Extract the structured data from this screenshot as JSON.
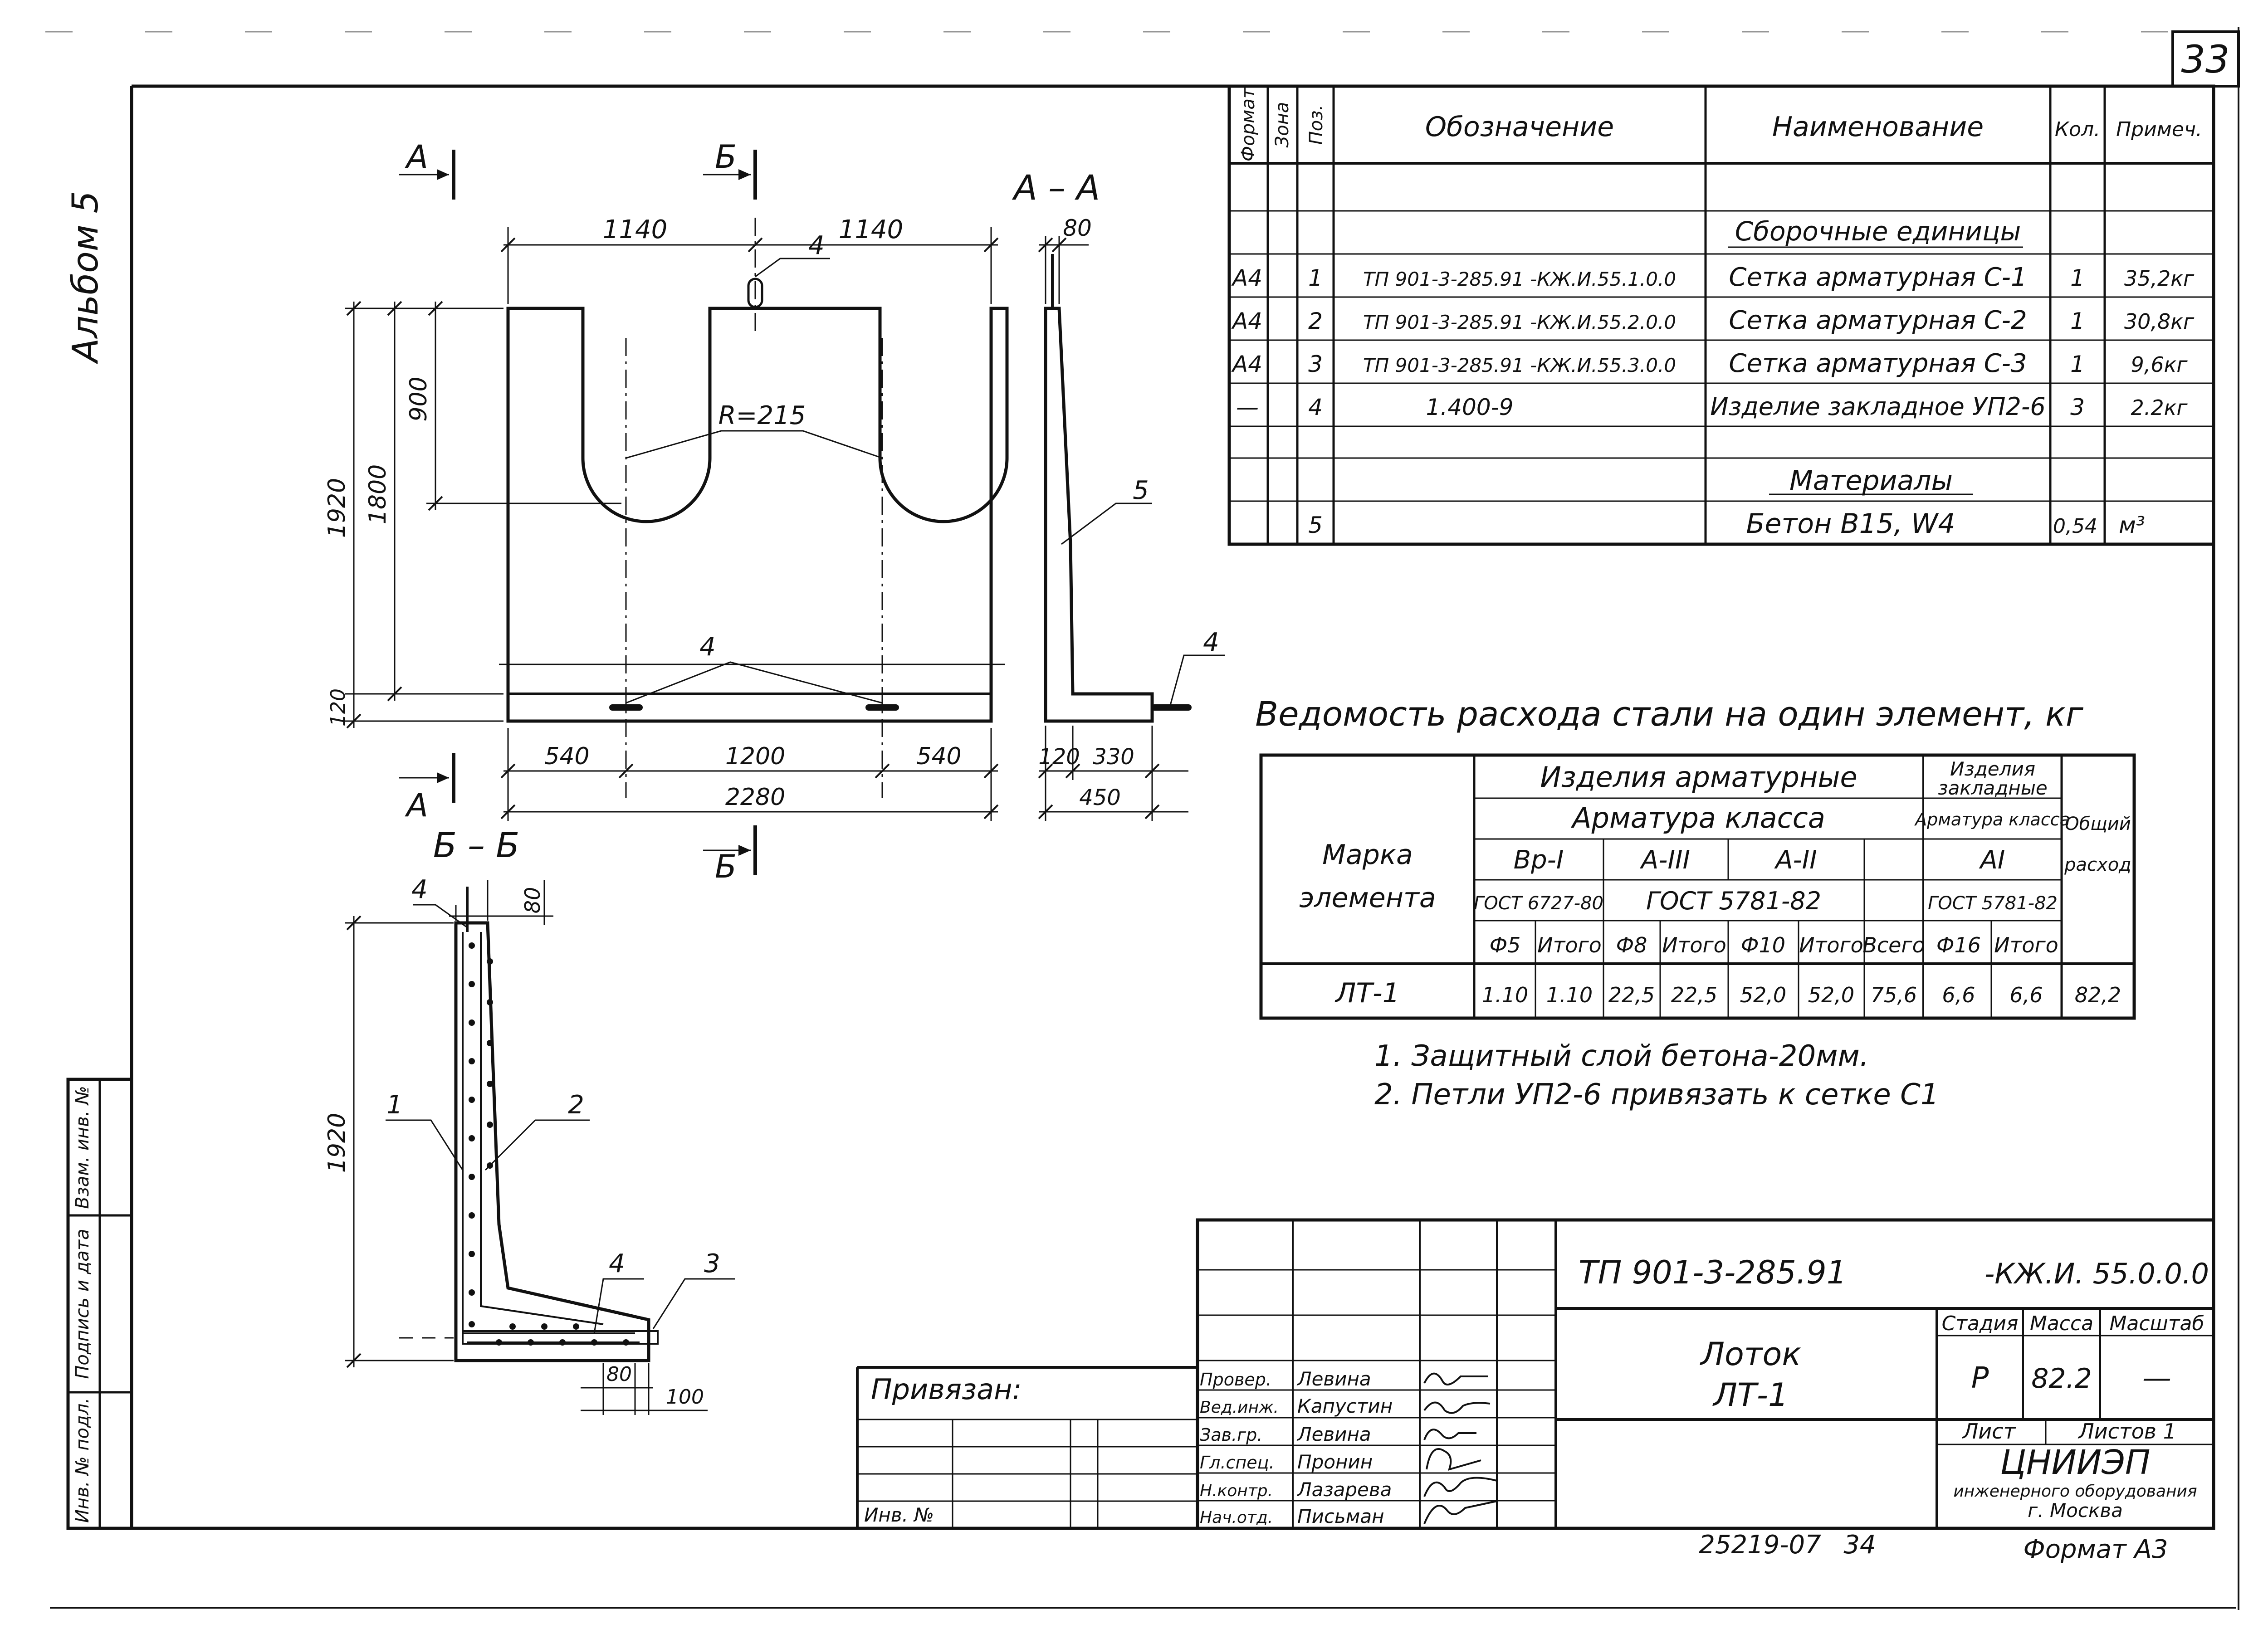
{
  "sheet": {
    "page_number": "33",
    "album_label": "Альбом 5",
    "format_label": "Формат A3",
    "bottom_code": "25219-07",
    "bottom_number": "34"
  },
  "side_stamp": {
    "inv_podl": "Инв. № подл.",
    "podpis_data": "Подпись и дата",
    "vzam_inv": "Взам. инв. №"
  },
  "drawing": {
    "front_view": {
      "section_a": "А",
      "section_b": "Б",
      "dim_1140_left": "1140",
      "dim_1140_right": "1140",
      "dim_900": "900",
      "dim_1800": "1800",
      "dim_1920": "1920",
      "dim_120": "120",
      "dim_540_left": "540",
      "dim_1200": "1200",
      "dim_540_right": "540",
      "dim_2280": "2280",
      "radius": "R=215",
      "pos_4_top": "4",
      "pos_4_bottom": "4"
    },
    "section_aa": {
      "title": "А – А",
      "dim_80": "80",
      "dim_120": "120",
      "dim_330": "330",
      "dim_450": "450",
      "pos_5": "5",
      "pos_4": "4"
    },
    "section_bb": {
      "title": "Б – Б",
      "dim_80_top": "80",
      "dim_1920": "1920",
      "dim_80_bottom": "80",
      "dim_100": "100",
      "pos_4_top": "4",
      "pos_1": "1",
      "pos_2": "2",
      "pos_4_mid": "4",
      "pos_3": "3"
    }
  },
  "spec_table": {
    "headers": [
      "Формат",
      "Зона",
      "Поз.",
      "Обозначение",
      "Наименование",
      "Кол.",
      "Примеч."
    ],
    "rows": [
      {
        "format": "",
        "zone": "",
        "pos": "",
        "designation": "",
        "name": "Сборочные единицы",
        "qty": "",
        "note": ""
      },
      {
        "format": "А4",
        "zone": "",
        "pos": "1",
        "designation": "ТП 901-3-285.91 -КЖ.И.55.1.0.0",
        "name": "Сетка арматурная С-1",
        "qty": "1",
        "note": "35,2кг"
      },
      {
        "format": "А4",
        "zone": "",
        "pos": "2",
        "designation": "ТП 901-3-285.91 -КЖ.И.55.2.0.0",
        "name": "Сетка арматурная С-2",
        "qty": "1",
        "note": "30,8кг"
      },
      {
        "format": "А4",
        "zone": "",
        "pos": "3",
        "designation": "ТП 901-3-285.91 -КЖ.И.55.3.0.0",
        "name": "Сетка арматурная С-3",
        "qty": "1",
        "note": "9,6кг"
      },
      {
        "format": "—",
        "zone": "",
        "pos": "4",
        "designation": "1.400-9",
        "name": "Изделие закладное УП2-6",
        "qty": "3",
        "note": "2.2кг"
      },
      {
        "format": "",
        "zone": "",
        "pos": "",
        "designation": "",
        "name": "",
        "qty": "",
        "note": ""
      },
      {
        "format": "",
        "zone": "",
        "pos": "",
        "designation": "",
        "name": "Материалы",
        "qty": "",
        "note": ""
      },
      {
        "format": "",
        "zone": "",
        "pos": "5",
        "designation": "",
        "name": "Бетон В15, W4",
        "qty": "0,54",
        "note": "м³"
      }
    ]
  },
  "steel_table": {
    "title": "Ведомость расхода стали на один элемент, кг",
    "h_mark": "Марка элемента",
    "h_armature_items": "Изделия арматурные",
    "h_armature_class": "Арматура класса",
    "h_embedded": "Изделия закладные",
    "h_embedded_class": "Арматура класса",
    "h_total": "Общий расход",
    "c_vr1": "Вр-I",
    "c_a3": "А-III",
    "c_a2": "А-II",
    "c_a1": "АI",
    "gost_1": "ГОСТ 6727-80",
    "gost_2": "ГОСТ 5781-82",
    "gost_3": "ГОСТ 5781-82",
    "sub_headers": [
      "Ф5",
      "Итого",
      "Ф8",
      "Итого",
      "Ф10",
      "Итого",
      "Всего",
      "Ф16",
      "Итого"
    ],
    "row": {
      "mark": "ЛТ-1",
      "values": [
        "1.10",
        "1.10",
        "22,5",
        "22,5",
        "52,0",
        "52,0",
        "75,6",
        "6,6",
        "6,6"
      ],
      "total": "82,2"
    }
  },
  "notes": [
    "1. Защитный слой бетона-20мм.",
    "2. Петли УП2-6 привязать к сетке С1"
  ],
  "title_block": {
    "project_code": "ТП 901-3-285.91",
    "doc_code": "-КЖ.И. 55.0.0.0",
    "privyazan": "Привязан:",
    "inv_no": "Инв. №",
    "element_name": "Лоток",
    "element_mark": "ЛТ-1",
    "stage_label": "Стадия",
    "mass_label": "Масса",
    "scale_label": "Масштаб",
    "stage": "Р",
    "mass": "82.2",
    "scale": "—",
    "sheet_label": "Лист",
    "sheets_label": "Листов 1",
    "org_name": "ЦНИИЭП",
    "org_sub": "инженерного оборудования",
    "org_city": "г. Москва",
    "signatures": [
      {
        "role": "Провер.",
        "name": "Левина"
      },
      {
        "role": "Вед.инж.",
        "name": "Капустин"
      },
      {
        "role": "Зав.гр.",
        "name": "Левина"
      },
      {
        "role": "Гл.спец.",
        "name": "Пронин"
      },
      {
        "role": "Н.контр.",
        "name": "Лазарева"
      },
      {
        "role": "Нач.отд.",
        "name": "Письман"
      }
    ]
  }
}
